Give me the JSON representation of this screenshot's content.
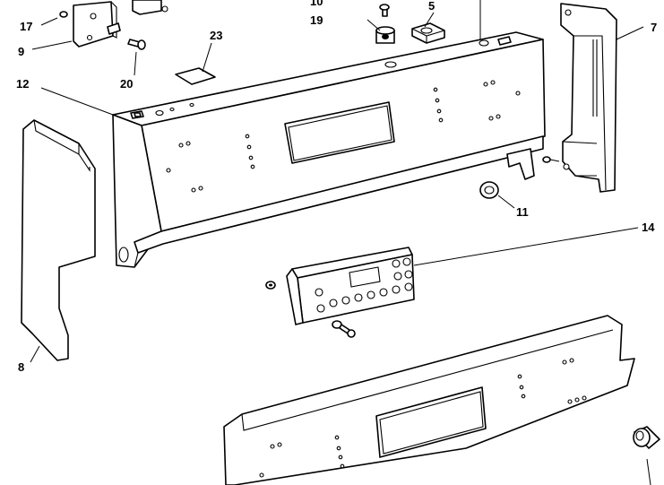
{
  "diagram": {
    "callouts": {
      "c17": "17",
      "c9": "9",
      "c10": "10",
      "c19": "19",
      "c5": "5",
      "c23": "23",
      "c20": "20",
      "c12": "12",
      "c7": "7",
      "c11": "11",
      "c14": "14",
      "c8": "8"
    }
  }
}
